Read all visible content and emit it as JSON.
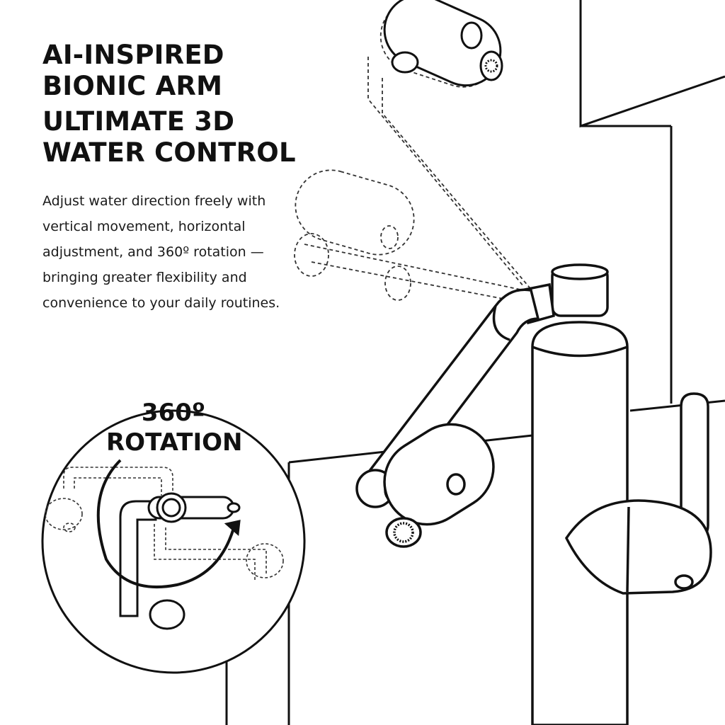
{
  "headline": {
    "line1": "AI-INSPIRED",
    "line2": "BIONIC ARM"
  },
  "subheadline": {
    "line1": "ULTIMATE 3D",
    "line2": "WATER CONTROL"
  },
  "description": "Adjust water direction freely with vertical movement, horizontal adjustment, and 360º rotation — bringing greater flexibility and convenience to your daily routines.",
  "rotation_badge": {
    "line1": "360º",
    "line2": "ROTATION"
  },
  "colors": {
    "background": "#ffffff",
    "ink": "#111111",
    "faucet_fill": "#ffffff"
  }
}
